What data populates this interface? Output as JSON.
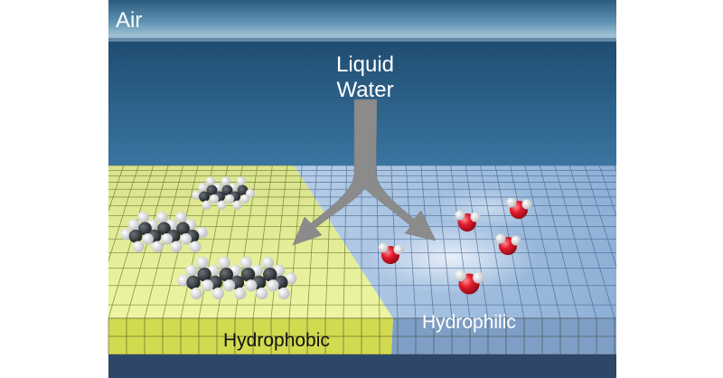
{
  "labels": {
    "air": "Air",
    "liquid_water_line1": "Liquid",
    "liquid_water_line2": "Water",
    "hydrophobic": "Hydrophobic",
    "hydrophilic": "Hydrophilic"
  },
  "colors": {
    "sky_top": "#2a5f86",
    "sky_bottom": "#a9c7d8",
    "hydrophobic_surface": "#e5ee95",
    "hydrophilic_surface": "#a7c4e2",
    "slab_front_yellow": "#c9d24a",
    "slab_front_blue": "#6f8fb8",
    "arrow": "#8a8a8a",
    "oxygen": "#e01a2c",
    "hydrogen": "#f2f2f2",
    "carbon": "#2b3034"
  },
  "icons": {
    "water_molecule": "water-molecule-icon",
    "alkane_molecule": "alkane-molecule-icon"
  }
}
